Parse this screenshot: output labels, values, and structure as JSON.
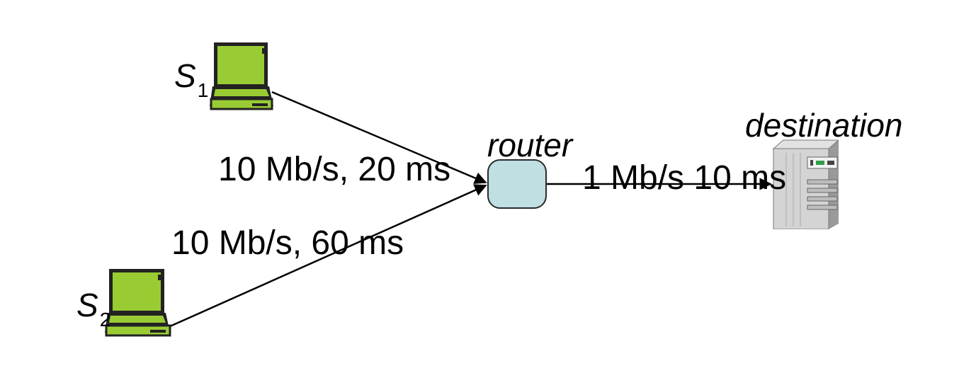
{
  "diagram": {
    "nodes": {
      "s1": {
        "letter": "S",
        "subscript": "1",
        "icon": "laptop-icon"
      },
      "s2": {
        "letter": "S",
        "subscript": "2",
        "icon": "laptop-icon"
      },
      "router": {
        "label": "router",
        "icon": "router-icon"
      },
      "destination": {
        "label": "destination",
        "icon": "server-icon"
      }
    },
    "links": {
      "s1_router": "10 Mb/s, 20 ms",
      "s2_router": "10 Mb/s, 60 ms",
      "router_destination": "1 Mb/s 10 ms"
    },
    "colors": {
      "laptop": "#99cc33",
      "router": "#bfdfe3",
      "server": "#c8c8c8",
      "line": "#000000"
    }
  }
}
